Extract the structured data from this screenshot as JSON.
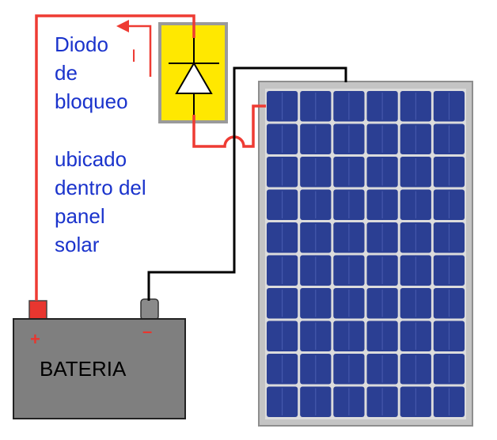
{
  "labels": {
    "diode_line1": "Diodo",
    "diode_line2": "de",
    "diode_line3": "bloqueo",
    "location_line1": "ubicado",
    "location_line2": "dentro del",
    "location_line3": "panel",
    "location_line4": "solar",
    "current_mark": "I"
  },
  "battery": {
    "label": "BATERIA",
    "positive_symbol": "+",
    "negative_symbol": "–"
  },
  "panel": {
    "rows": 10,
    "cols": 6
  },
  "colors": {
    "positive_wire": "#ee3b33",
    "negative_wire": "#000000",
    "diode_box": "#ffe800",
    "diode_frame": "#9a9a9a",
    "text": "#1a33cc",
    "battery_body": "#7f7f7f",
    "panel_frame": "#c4c4c4",
    "panel_cell": "#2b3f93"
  }
}
